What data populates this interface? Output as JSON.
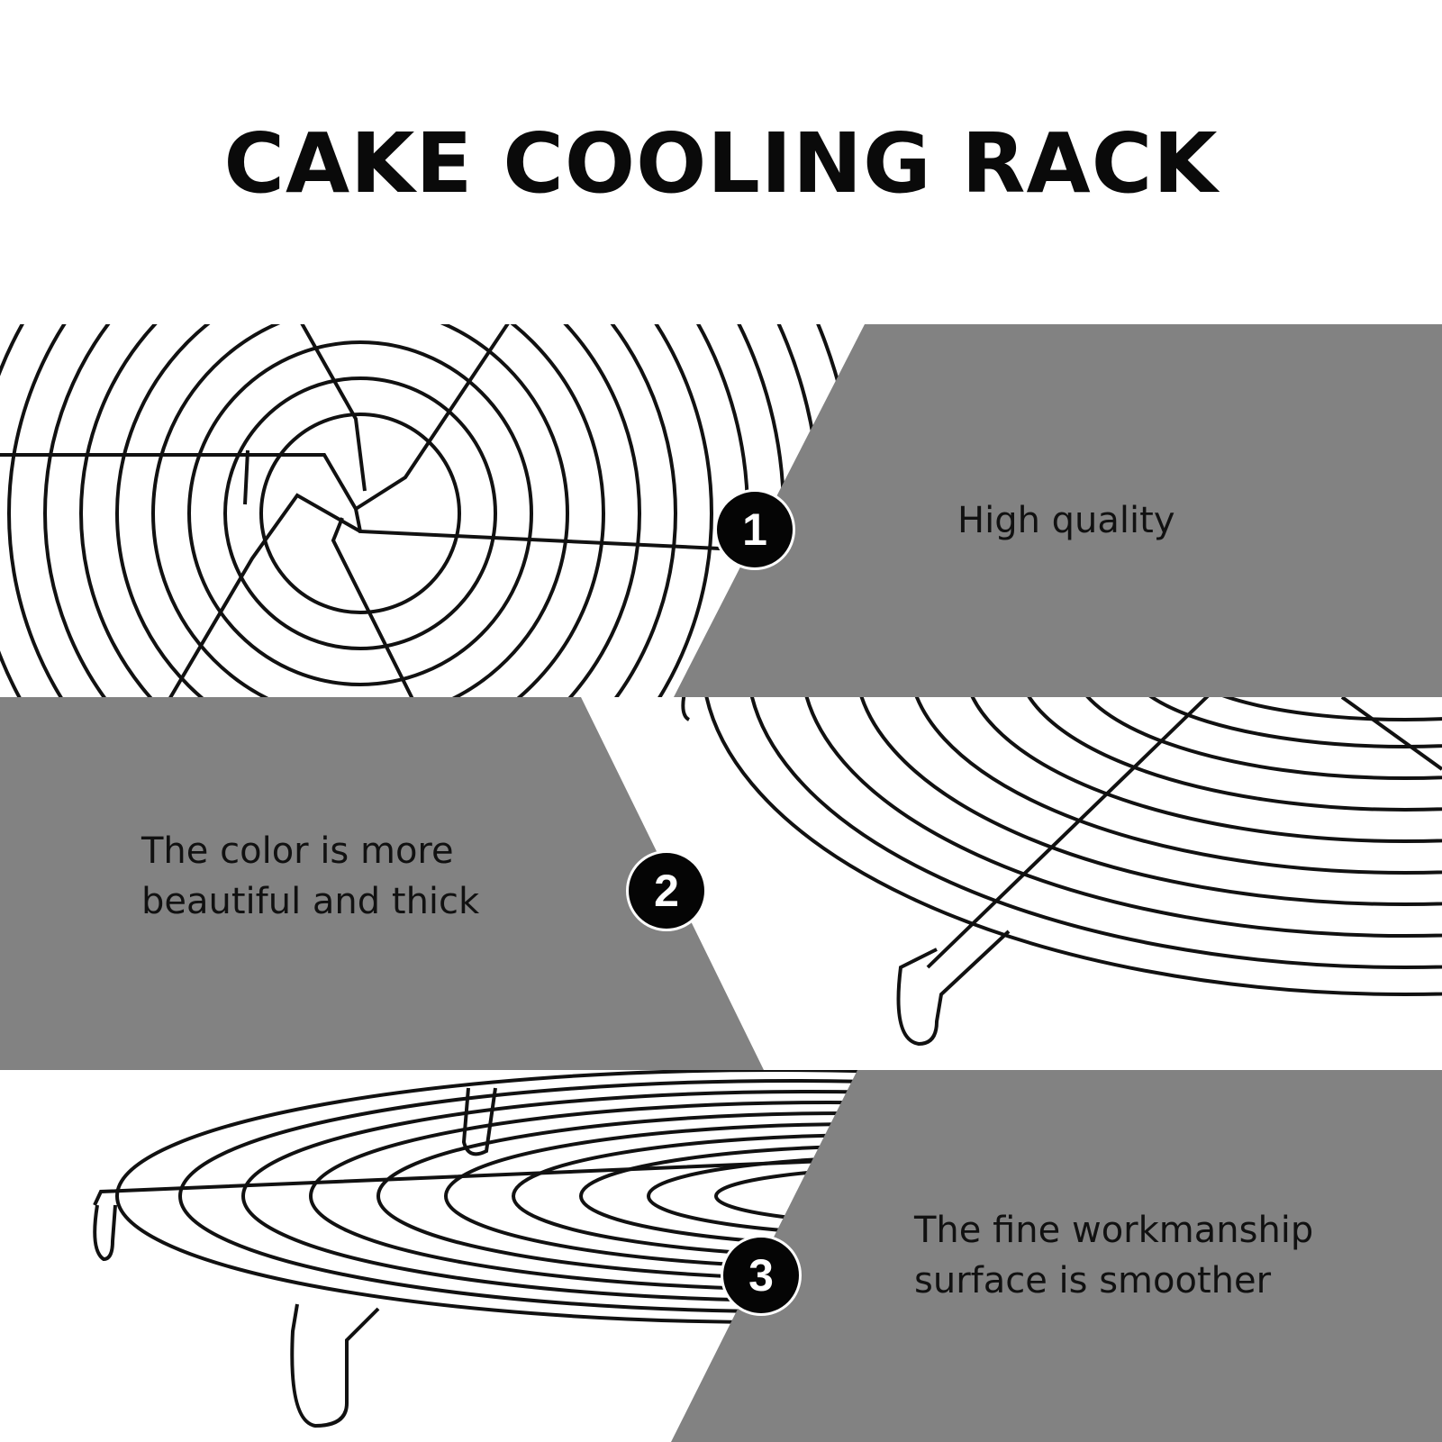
{
  "title": "CAKE COOLING RACK",
  "colors": {
    "panel": "#828282",
    "wire": "#111111",
    "badge": "#050505",
    "background": "#ffffff"
  },
  "features": [
    {
      "number": "1",
      "lines": [
        "High quality"
      ]
    },
    {
      "number": "2",
      "lines": [
        "The color is more",
        "beautiful and thick"
      ]
    },
    {
      "number": "3",
      "lines": [
        "The fine workmanship",
        "surface is smoother"
      ]
    }
  ]
}
